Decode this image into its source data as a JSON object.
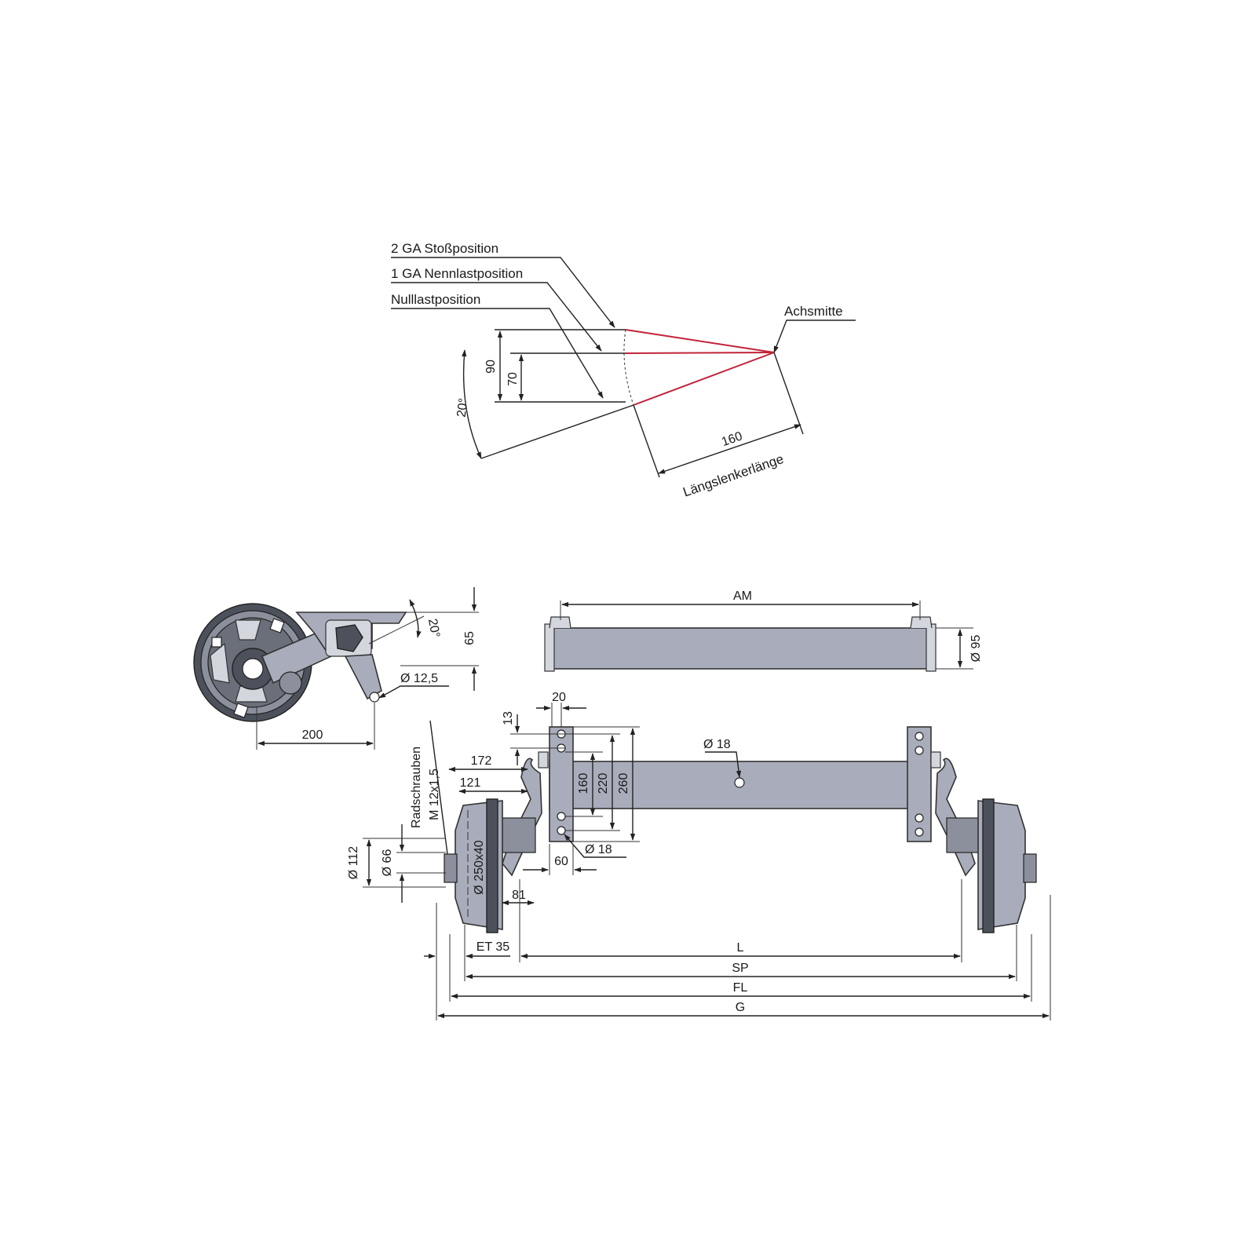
{
  "colors": {
    "travel_line": "#c2233a",
    "steel_body": "#a9adbb",
    "dark_parts": "#4d515c"
  },
  "geometry_diagram": {
    "label_bump_position": "2 GA Stoßposition",
    "label_rated_load_position": "1 GA Nennlastposition",
    "label_zero_load_position": "Nulllastposition",
    "label_axle_center": "Achsmitte",
    "dim_90": "90",
    "dim_70": "70",
    "angle_20": "20°",
    "dim_160": "160",
    "label_arm_length": "Längslenkerlänge"
  },
  "side_view": {
    "angle_20": "20°",
    "dim_65": "65",
    "dim_hole_125": "Ø 12,5",
    "dim_200": "200"
  },
  "top_view": {
    "dim_am": "AM",
    "dim_95": "Ø 95"
  },
  "front_view": {
    "dim_20": "20",
    "dim_13": "13",
    "dim_172": "172",
    "dim_121": "121",
    "dim_160": "160",
    "dim_220": "220",
    "dim_260": "260",
    "dim_hole_18_center": "Ø 18",
    "dim_hole_18_plate": "Ø 18",
    "dim_60": "60",
    "dim_81": "81",
    "label_wheel_bolts": "Radschrauben",
    "label_bolt_thread": "M 12x1,5",
    "dim_112": "Ø 112",
    "dim_66": "Ø 66",
    "dim_drum": "Ø 250x40",
    "dim_et": "ET 35",
    "dim_l": "L",
    "dim_sp": "SP",
    "dim_fl": "FL",
    "dim_g": "G"
  }
}
